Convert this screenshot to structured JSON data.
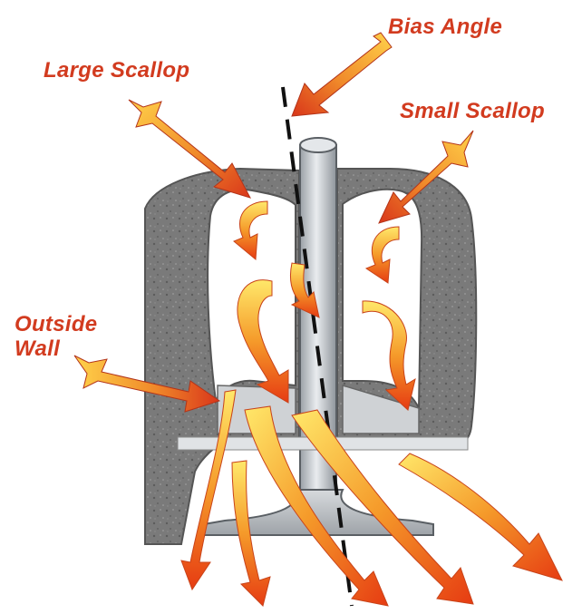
{
  "labels": {
    "bias_angle": "Bias Angle",
    "large_scallop": "Large Scallop",
    "small_scallop": "Small Scallop",
    "outside_wall_line1": "Outside",
    "outside_wall_line2": "Wall"
  },
  "colors": {
    "label_text": "#d23b1f",
    "port_casting": "#7d7d7d",
    "valve_metal": "#c9cdd2",
    "flow_start": "#ffe86a",
    "flow_end": "#e63b12",
    "bias_line": "#111111"
  }
}
